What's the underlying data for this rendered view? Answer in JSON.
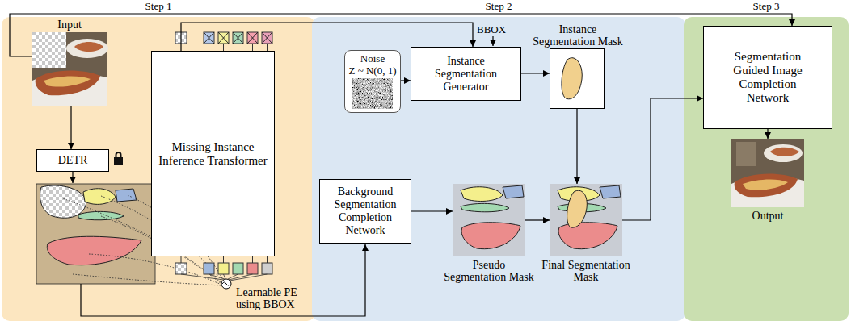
{
  "diagram": {
    "nodes": [
      {
        "text": [
          "Step 1"
        ]
      },
      {
        "text": [
          "Input"
        ],
        "in": 0
      },
      {
        "text": [
          "DETR"
        ],
        "in": 0
      },
      {
        "text": [
          "Missing Instance Inference Transformer"
        ],
        "in": 0
      },
      {
        "text": [
          "Step 2"
        ]
      },
      {
        "text": [
          "Noise",
          "Z ~ N(0, 1)"
        ],
        "in": 4
      },
      {
        "text": [
          "Instance Segmentation Generator"
        ],
        "in": 4
      },
      {
        "text": [
          "Instance Segmentation Mask"
        ],
        "in": 4
      },
      {
        "text": [
          "Background Segmentation Completion Network"
        ],
        "in": 4
      },
      {
        "text": [
          "Pseudo Segmentation Mask"
        ],
        "in": 4
      },
      {
        "text": [
          "Final Segmentation Mask"
        ],
        "in": 4
      },
      {
        "text": [
          "Step 3"
        ]
      },
      {
        "text": [
          "Segmentation Guided Image Completion Network"
        ],
        "in": 11
      },
      {
        "text": [
          "Output"
        ],
        "in": 11
      }
    ],
    "edges": [
      {
        "from": 1,
        "to": 12,
        "arrow": "to"
      },
      {
        "from": 1,
        "to": 2,
        "arrow": "to"
      },
      {
        "from": 3,
        "to": 6,
        "arrow": "to"
      },
      {
        "from": 5,
        "to": 6,
        "arrow": "to"
      },
      {
        "from": 6,
        "to": 7,
        "arrow": "to"
      },
      {
        "from": 7,
        "to": 10,
        "arrow": "to"
      },
      {
        "from": 8,
        "to": 9,
        "arrow": "to"
      },
      {
        "from": 9,
        "to": 10,
        "arrow": "to"
      },
      {
        "from": 10,
        "to": 12,
        "arrow": "to"
      },
      {
        "from": 12,
        "to": 13,
        "arrow": "to"
      }
    ],
    "labels": [
      "BBOX",
      "Learnable PE using BBOX"
    ]
  }
}
